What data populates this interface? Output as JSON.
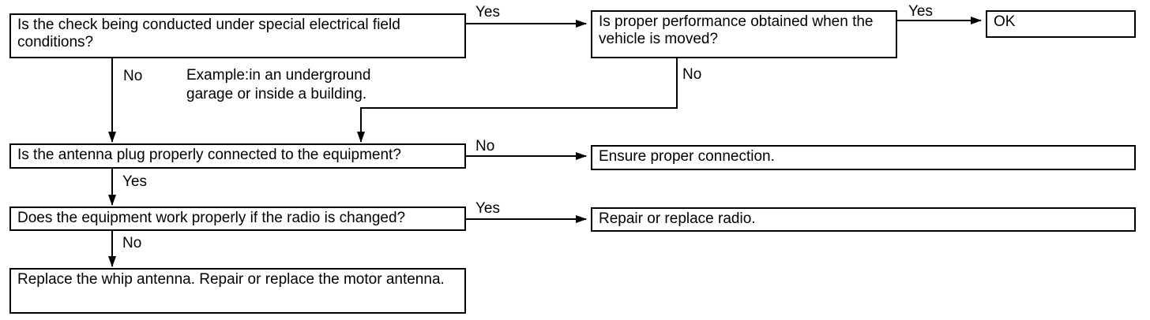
{
  "boxes": {
    "q1": "Is the check being conducted under special electrical field conditions?",
    "q2": "Is proper performance obtained when the vehicle is moved?",
    "ok": "OK",
    "q3": "Is the antenna plug properly connected to the equipment?",
    "fix1": "Ensure proper connection.",
    "q4": "Does the equipment work properly if the radio is changed?",
    "fix2": "Repair or replace radio.",
    "fix3": "Replace the whip antenna. Repair or replace the motor antenna."
  },
  "labels": {
    "q1_yes": "Yes",
    "q2_yes": "Yes",
    "q1_no": "No",
    "q2_no": "No",
    "q3_no": "No",
    "q3_yes": "Yes",
    "q4_yes": "Yes",
    "q4_no": "No"
  },
  "note": {
    "line1": "Example:in an underground",
    "line2": "garage or inside a building."
  }
}
